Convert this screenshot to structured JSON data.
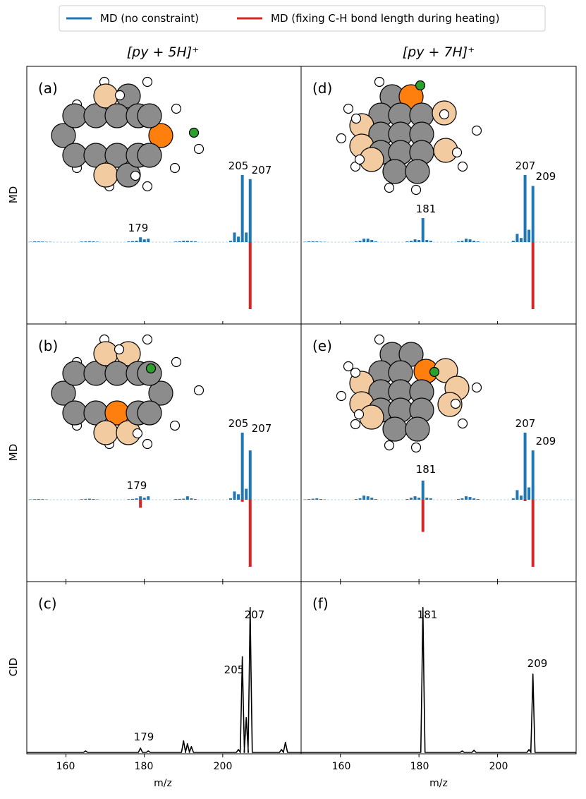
{
  "colors": {
    "md": "#1f77b4",
    "constraint": "#d62728",
    "carbon": "#8c8c8c",
    "substituted_carbon": "#f2cba0",
    "marked_carbon": "#ff7f0e",
    "marked_hydrogen": "#2ca02c",
    "hydrogen": "#ffffff"
  },
  "legend": {
    "md_label": "MD (no constraint)",
    "constraint_label": "MD (fixing C-H bond length during heating)"
  },
  "columns": [
    {
      "title": "[py + 5H]⁺"
    },
    {
      "title": "[py + 7H]⁺"
    }
  ],
  "row_labels": [
    "MD",
    "MD",
    "CID"
  ],
  "x_axis": {
    "label": "m/z",
    "ticks": [
      "160",
      "180",
      "200"
    ]
  },
  "chart_data": [
    {
      "panel": "(a)",
      "type": "bar",
      "row_label": "MD",
      "xlim": [
        150,
        220
      ],
      "peak_labels": [
        "179",
        "205",
        "207"
      ],
      "series": [
        {
          "name": "MD (no constraint)",
          "direction": "up",
          "x": [
            151,
            152,
            153,
            154,
            155,
            156,
            164,
            165,
            166,
            167,
            168,
            176,
            177,
            178,
            179,
            180,
            181,
            188,
            189,
            190,
            191,
            192,
            193,
            202,
            203,
            204,
            205,
            206,
            207
          ],
          "values": [
            0.005,
            0.01,
            0.01,
            0.008,
            0.005,
            0.004,
            0.008,
            0.01,
            0.012,
            0.01,
            0.006,
            0.01,
            0.015,
            0.02,
            0.07,
            0.04,
            0.05,
            0.008,
            0.012,
            0.02,
            0.02,
            0.015,
            0.01,
            0.02,
            0.14,
            0.08,
            0.98,
            0.14,
            0.92
          ]
        },
        {
          "name": "MD (fixing C-H bond length during heating)",
          "direction": "down",
          "x": [
            207
          ],
          "values": [
            1.0
          ]
        }
      ]
    },
    {
      "panel": "(b)",
      "type": "bar",
      "row_label": "MD",
      "xlim": [
        150,
        220
      ],
      "peak_labels": [
        "179",
        "205",
        "207"
      ],
      "series": [
        {
          "name": "MD (no constraint)",
          "direction": "up",
          "x": [
            151,
            152,
            153,
            154,
            155,
            164,
            165,
            166,
            167,
            168,
            176,
            177,
            178,
            179,
            180,
            181,
            188,
            189,
            190,
            191,
            192,
            193,
            202,
            203,
            204,
            205,
            206,
            207
          ],
          "values": [
            0.005,
            0.008,
            0.01,
            0.008,
            0.004,
            0.008,
            0.012,
            0.015,
            0.01,
            0.005,
            0.008,
            0.012,
            0.02,
            0.05,
            0.03,
            0.05,
            0.01,
            0.012,
            0.015,
            0.05,
            0.02,
            0.01,
            0.02,
            0.12,
            0.08,
            0.98,
            0.16,
            0.72
          ]
        },
        {
          "name": "MD (fixing C-H bond length during heating)",
          "direction": "down",
          "x": [
            179,
            205,
            207
          ],
          "values": [
            0.12,
            0.03,
            1.0
          ]
        }
      ]
    },
    {
      "panel": "(c)",
      "type": "line",
      "row_label": "CID",
      "xlim": [
        150,
        220
      ],
      "ylim": [
        0,
        1.12
      ],
      "peak_labels": [
        "179",
        "205",
        "207"
      ],
      "x": [
        165,
        179,
        181,
        190,
        191,
        192,
        204,
        205,
        206,
        207,
        215,
        216
      ],
      "values": [
        0.01,
        0.03,
        0.01,
        0.08,
        0.06,
        0.04,
        0.02,
        0.66,
        0.24,
        1.0,
        0.02,
        0.07
      ]
    },
    {
      "panel": "(d)",
      "type": "bar",
      "row_label": "MD",
      "xlim": [
        150,
        220
      ],
      "peak_labels": [
        "181",
        "207",
        "209"
      ],
      "series": [
        {
          "name": "MD (no constraint)",
          "direction": "up",
          "x": [
            151,
            152,
            153,
            154,
            155,
            156,
            164,
            165,
            166,
            167,
            168,
            169,
            177,
            178,
            179,
            180,
            181,
            182,
            183,
            190,
            191,
            192,
            193,
            194,
            195,
            204,
            205,
            206,
            207,
            208,
            209
          ],
          "values": [
            0.005,
            0.01,
            0.012,
            0.01,
            0.006,
            0.004,
            0.01,
            0.02,
            0.05,
            0.05,
            0.03,
            0.01,
            0.01,
            0.02,
            0.04,
            0.03,
            0.35,
            0.03,
            0.02,
            0.01,
            0.02,
            0.05,
            0.04,
            0.02,
            0.01,
            0.02,
            0.12,
            0.06,
            0.98,
            0.18,
            0.82
          ]
        },
        {
          "name": "MD (fixing C-H bond length during heating)",
          "direction": "down",
          "x": [
            209
          ],
          "values": [
            1.0
          ]
        }
      ]
    },
    {
      "panel": "(e)",
      "type": "bar",
      "row_label": "MD",
      "xlim": [
        150,
        220
      ],
      "peak_labels": [
        "181",
        "207",
        "209"
      ],
      "series": [
        {
          "name": "MD (no constraint)",
          "direction": "up",
          "x": [
            151,
            152,
            153,
            154,
            155,
            156,
            164,
            165,
            166,
            167,
            168,
            169,
            177,
            178,
            179,
            180,
            181,
            182,
            183,
            190,
            191,
            192,
            193,
            194,
            195,
            204,
            205,
            206,
            207,
            208,
            209
          ],
          "values": [
            0.005,
            0.01,
            0.015,
            0.02,
            0.01,
            0.005,
            0.01,
            0.02,
            0.06,
            0.05,
            0.03,
            0.01,
            0.01,
            0.03,
            0.05,
            0.03,
            0.28,
            0.03,
            0.02,
            0.01,
            0.02,
            0.05,
            0.04,
            0.02,
            0.01,
            0.02,
            0.14,
            0.06,
            0.98,
            0.18,
            0.72
          ]
        },
        {
          "name": "MD (fixing C-H bond length during heating)",
          "direction": "down",
          "x": [
            181,
            207,
            209
          ],
          "values": [
            0.48,
            0.02,
            1.0
          ]
        }
      ]
    },
    {
      "panel": "(f)",
      "type": "line",
      "row_label": "CID",
      "xlim": [
        150,
        220
      ],
      "ylim": [
        0,
        1.12
      ],
      "peak_labels": [
        "181",
        "209"
      ],
      "x": [
        181,
        191,
        194,
        208,
        209
      ],
      "values": [
        1.0,
        0.01,
        0.015,
        0.02,
        0.54
      ]
    }
  ]
}
